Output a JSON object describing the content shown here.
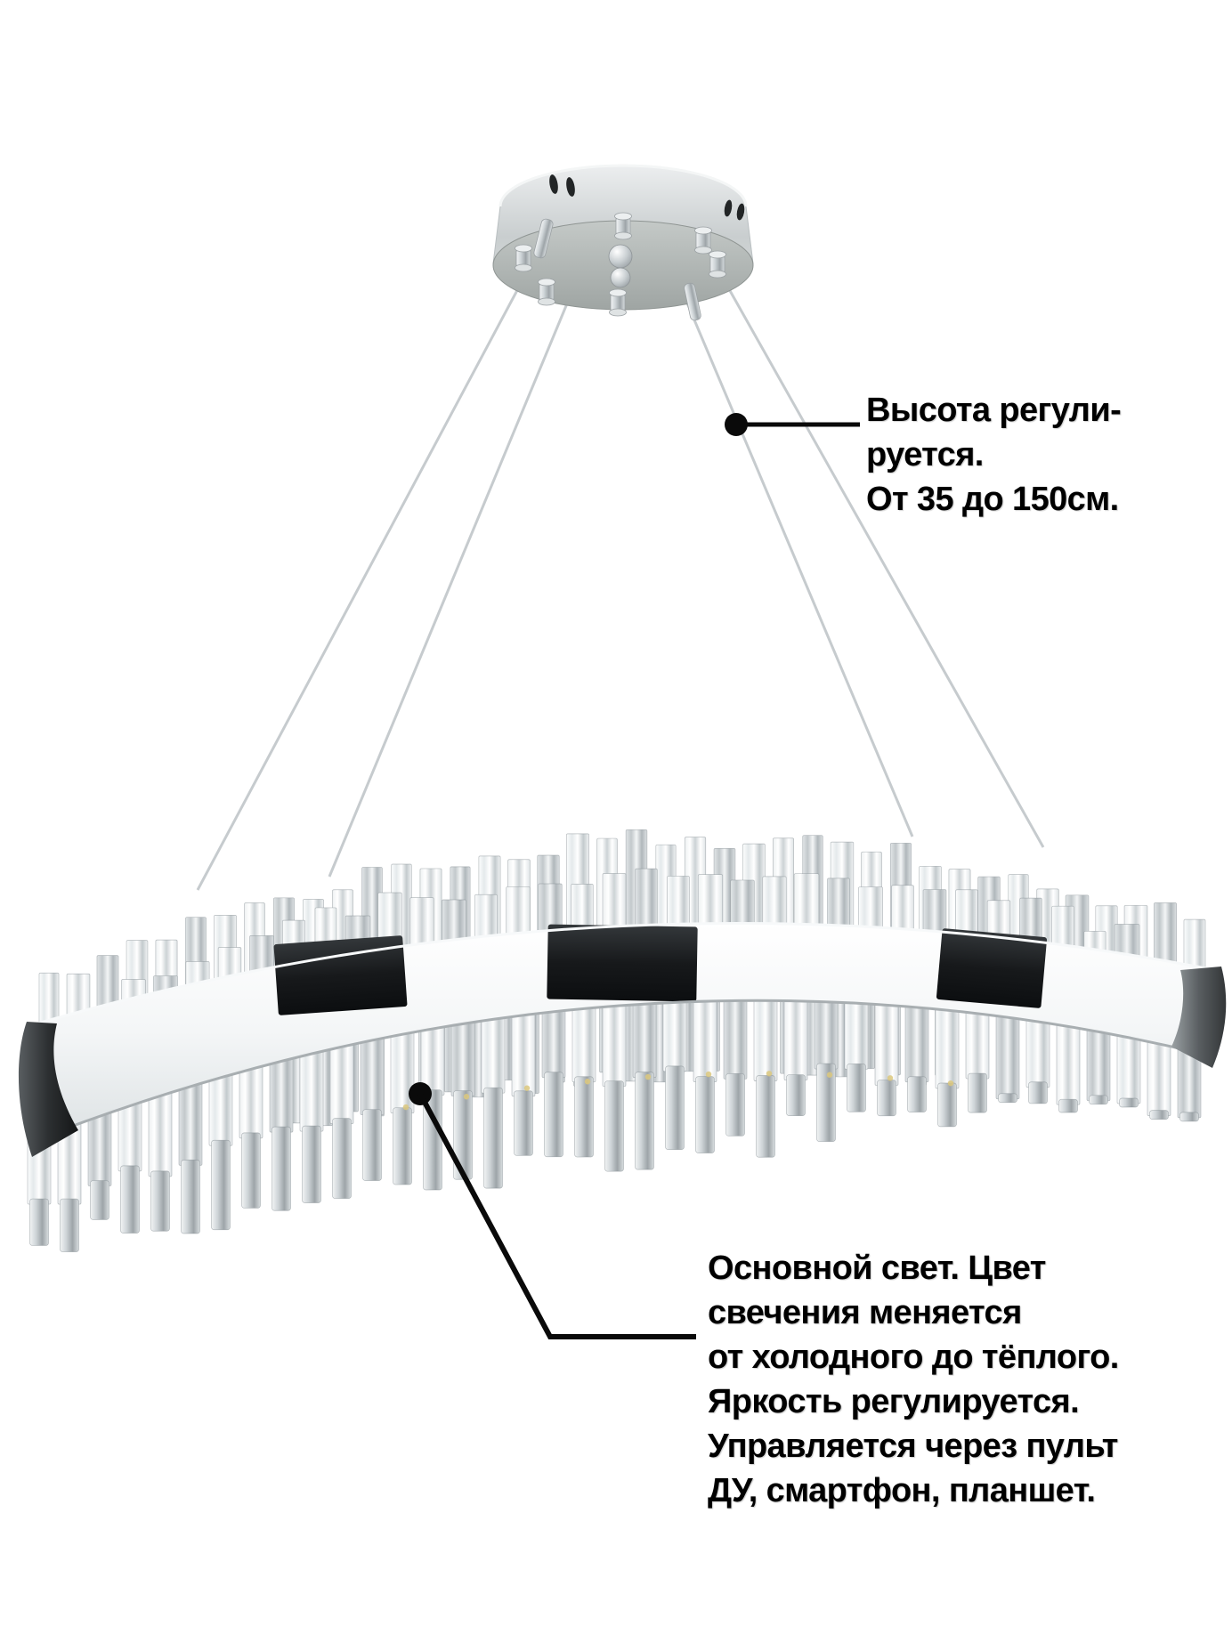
{
  "page": {
    "background": "#ffffff"
  },
  "annotations": {
    "height_note": {
      "lines": [
        "Высота регули-",
        "руется.",
        "От 35 до 150см."
      ],
      "text_color": "#000000"
    },
    "main_light_note": {
      "lines": [
        "Основной свет. Цвет",
        "свечения меняется",
        "от холодного до тёплого.",
        "Яркость регулируется.",
        "Управляется через пульт",
        "ДУ, смартфон, планшет."
      ],
      "text_color": "#000000"
    }
  },
  "scene": {
    "subject": "ring-crystal-chandelier",
    "colors": {
      "background": "#ffffff",
      "callout": "#0a0a0a",
      "wire": "#c6cbce",
      "crystal_light": [
        "#fdfefe",
        "#e4e9eb",
        "#ffffff",
        "#c3cacd",
        "#f2f4f5"
      ],
      "crystal_mid": [
        "#eef1f2",
        "#ffffff",
        "#ccd2d5",
        "#ffffff",
        "#dfe4e6"
      ],
      "crystal_dark": [
        "#e2e6e8",
        "#c2c8cb",
        "#f3f5f6",
        "#b0b7bb",
        "#dde1e3"
      ],
      "chrome_tube": [
        "#f2f4f5",
        "#ced4d7",
        "#9da4a8",
        "#d9dee0"
      ],
      "band": [
        "#ffffff",
        "#f4f6f7",
        "#dde2e4"
      ],
      "band_patch": [
        "#33373a",
        "#17191b",
        "#0c0e10"
      ],
      "curl_left": [
        "#595e61",
        "#2c2f31",
        "#141617"
      ],
      "curl_right": [
        "#9ba1a4",
        "#595e61",
        "#333638"
      ],
      "canopy_wall": [
        "#eceeef",
        "#c9cecf",
        "#dadedf"
      ],
      "canopy_under": [
        "#c4c9c7",
        "#9fa5a3"
      ],
      "ball": [
        "#ffffff",
        "#c9cfd2",
        "#8d9498"
      ],
      "vent": "#222526",
      "led": "#dcc87e",
      "rod_stroke": "rgba(130,138,143,0.55)",
      "band_top_edge": "#f7f9fa",
      "band_bottom_edge": "#a8aeb1"
    }
  }
}
